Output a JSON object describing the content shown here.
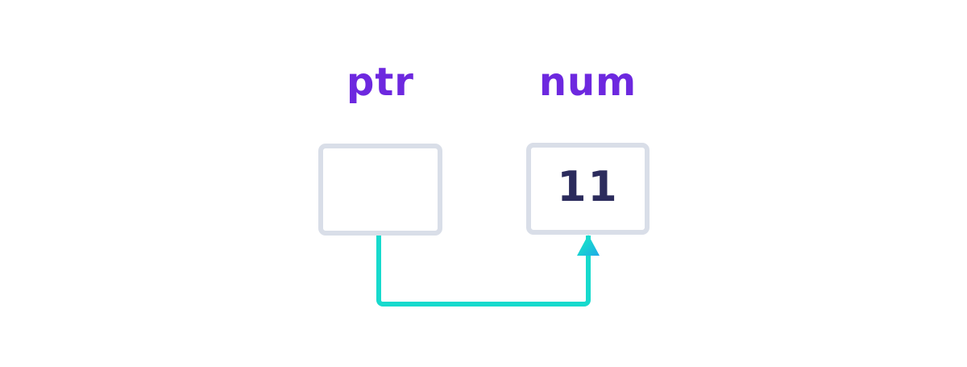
{
  "diagram": {
    "title": "pointer-variable-diagram",
    "variables": [
      {
        "name": "ptr",
        "label": "ptr",
        "value": ""
      },
      {
        "name": "num",
        "label": "num",
        "value": "11"
      }
    ],
    "ptr_label": "ptr",
    "num_label": "num",
    "num_value": "11",
    "relationship": "ptr points to num",
    "colors": {
      "background": "#ffffff",
      "label": "#6d28df",
      "value": "#2b2b5c",
      "box_border": "#d9dee8",
      "arrow": "#17dacd",
      "arrow_head_gradient_end": "#1fa9e8"
    }
  }
}
